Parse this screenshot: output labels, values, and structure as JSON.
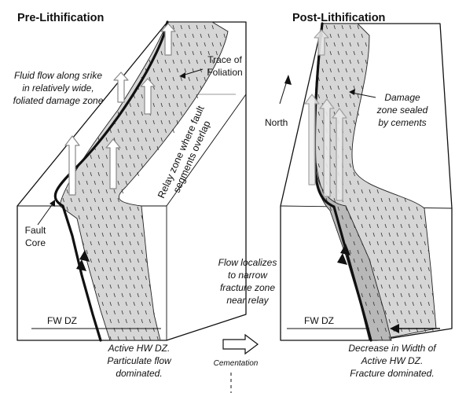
{
  "left_panel": {
    "title": "Pre-Lithification",
    "fluid_flow_note": [
      "Fluid flow along srike",
      "in relatively wide,",
      "foliated damage zone"
    ],
    "trace_label": [
      "Trace of",
      "Foliation"
    ],
    "relay_label": [
      "Relay zone where fault",
      "segments overlap"
    ],
    "fault_core_label": [
      "Fault",
      "Core"
    ],
    "fw_dz_label": "FW DZ",
    "bottom_note": [
      "Active HW DZ.",
      "Particulate flow",
      "dominated."
    ]
  },
  "middle": {
    "north_label": "North",
    "flow_note": [
      "Flow localizes",
      "to narrow",
      "fracture zone",
      "near relay"
    ],
    "cementation_label": "Cementation"
  },
  "right_panel": {
    "title": "Post-Lithification",
    "damage_note": [
      "Damage",
      "zone sealed",
      "by cements"
    ],
    "fw_dz_label": "FW DZ",
    "bottom_note": [
      "Decrease in Width of",
      "Active HW DZ.",
      "Fracture dominated."
    ]
  }
}
